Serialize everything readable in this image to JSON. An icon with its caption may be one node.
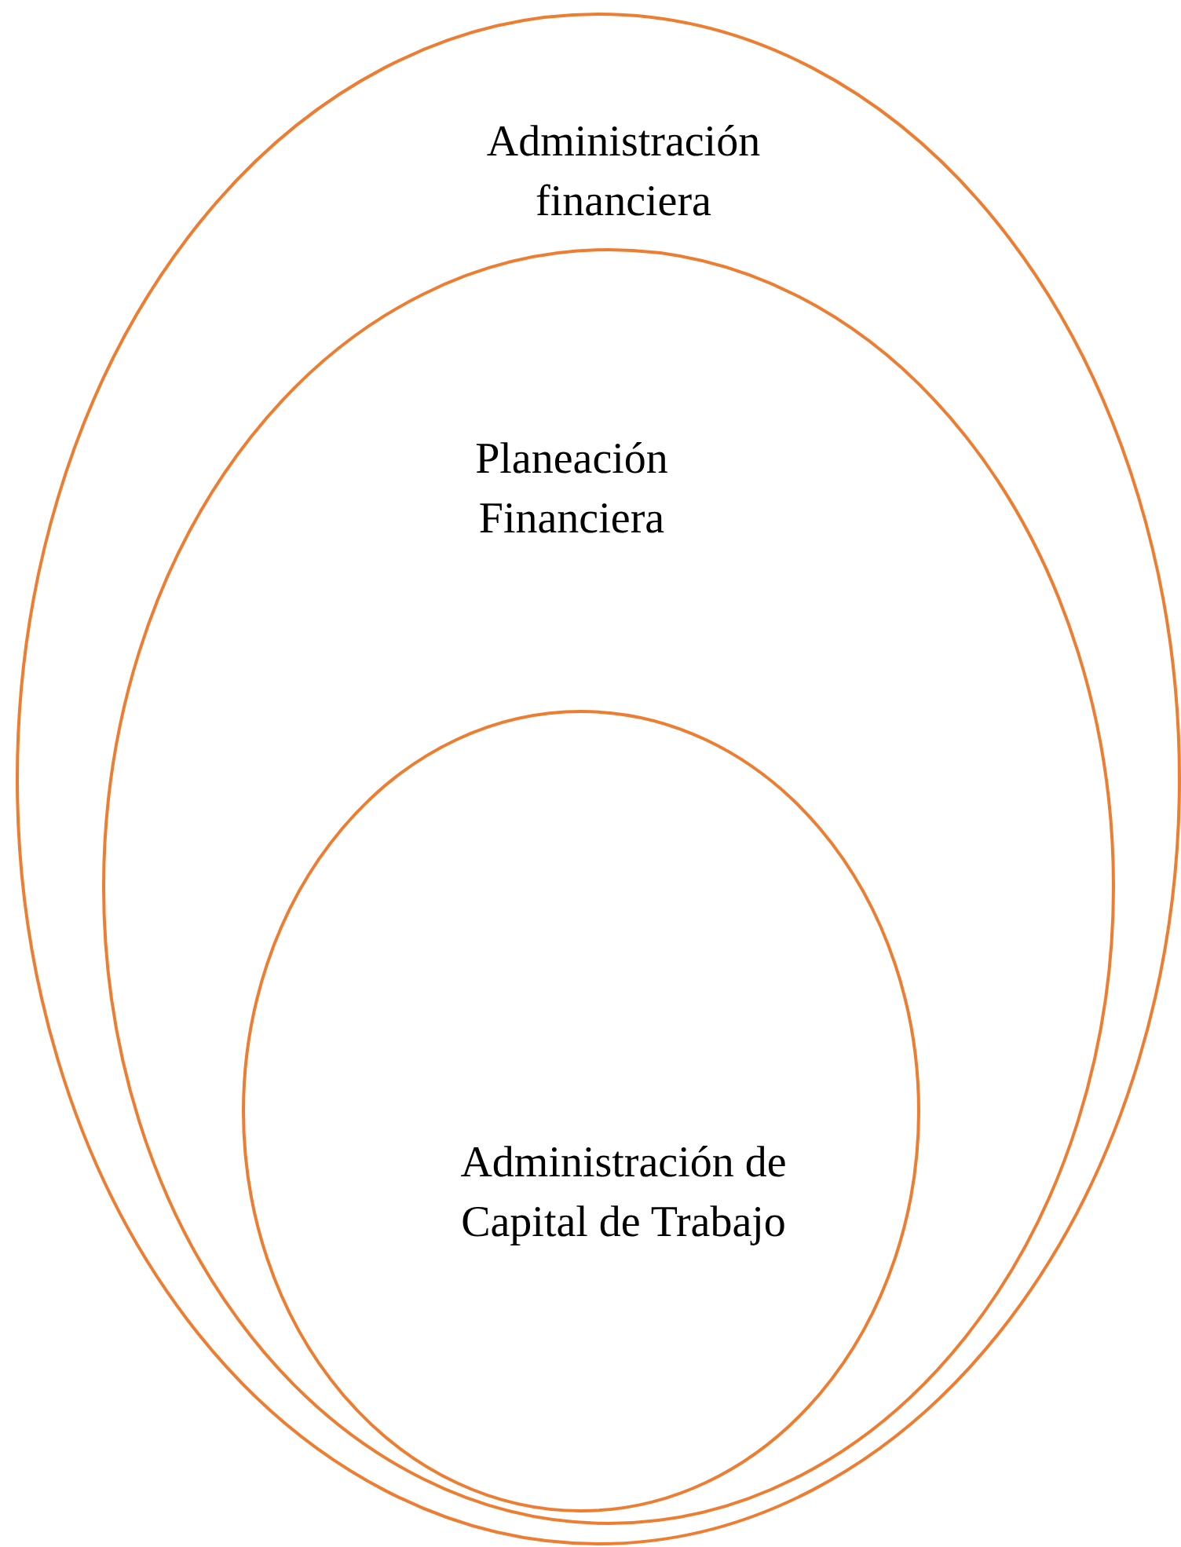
{
  "diagram": {
    "nodes": [
      {
        "text": [
          "Administración financiera"
        ]
      },
      {
        "text": [
          "Planeación Financiera"
        ],
        "in": 0
      },
      {
        "text": [
          "Administración de Capital de Trabajo"
        ],
        "in": 1
      }
    ]
  }
}
